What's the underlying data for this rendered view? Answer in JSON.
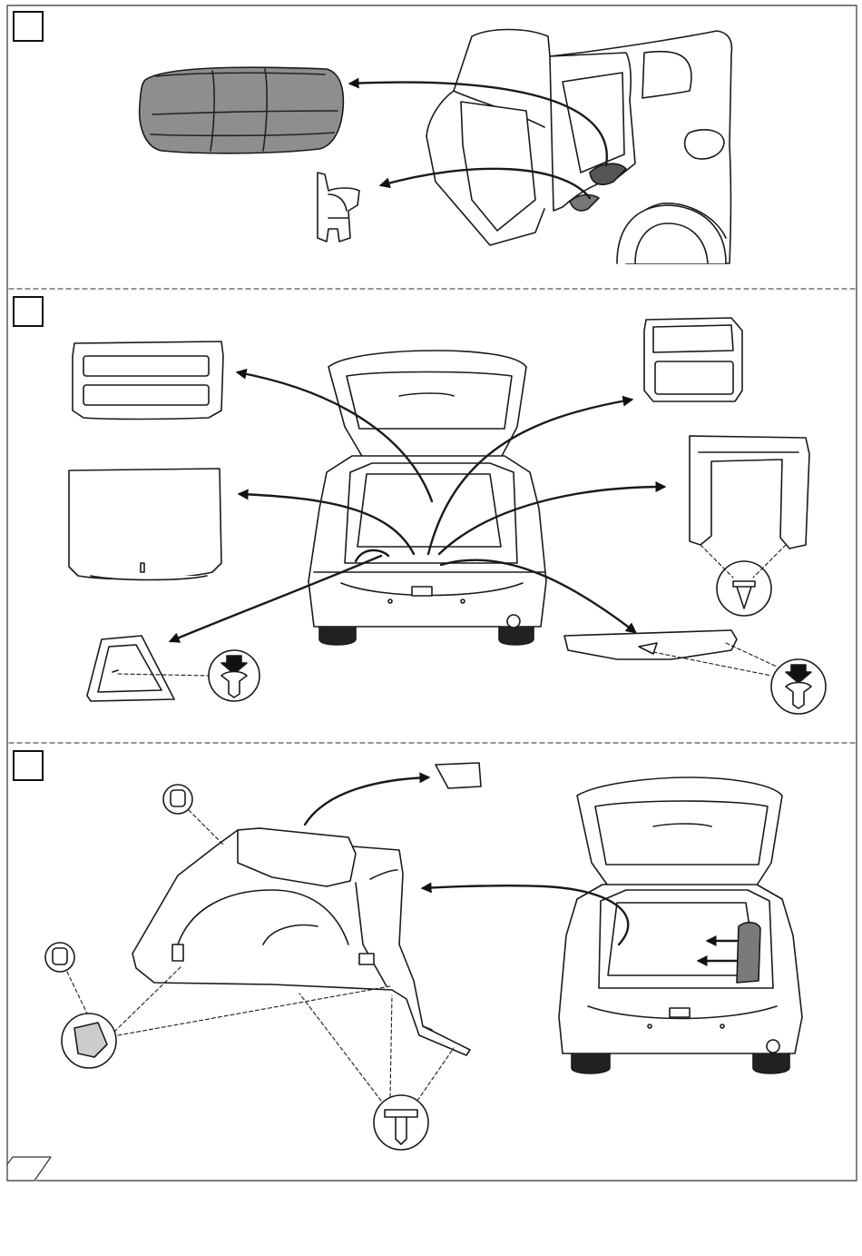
{
  "document": {
    "type": "installation-instruction-sheet",
    "colors": {
      "line": "#1a1a1a",
      "part_fill": "#ffffff",
      "shaded_part": "#9a9a9a",
      "panel_shade": "#7a7a7a",
      "divider": "#555555"
    }
  },
  "steps": [
    {
      "label": "",
      "parts": [
        "rear-seat-cushion",
        "rear-door-sill-trim"
      ],
      "view": "rear-door-open"
    },
    {
      "label": "",
      "parts": [
        "parcel-shelf",
        "luggage-floor-mat",
        "luggage-compartment-side-tray",
        "tailgate-inner-trim",
        "tailgate-side-trim",
        "rear-sill-scuff-plate",
        "trim-clip",
        "trim-screw"
      ],
      "view": "tailgate-open-rear"
    },
    {
      "label": "",
      "parts": [
        "luggage-side-trim-panel",
        "side-trim-cover",
        "trim-clip",
        "push-clip"
      ],
      "view": "tailgate-open-rear"
    }
  ],
  "icons": [
    "removal-arrow-icon",
    "screw-detail-icon",
    "push-clip-detail-icon",
    "clip-detail-icon",
    "car-rear-view-icon",
    "car-side-door-open-icon"
  ]
}
